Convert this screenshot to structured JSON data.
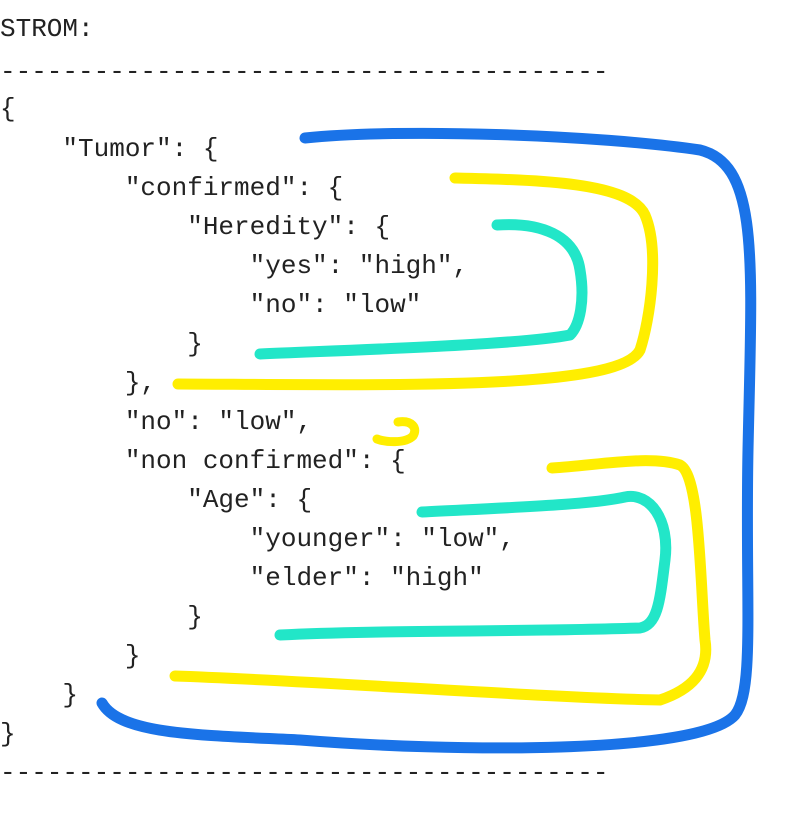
{
  "header": "STROM:",
  "separator": "---------------------------------------",
  "code_lines": [
    "{",
    "    \"Tumor\": {",
    "        \"confirmed\": {",
    "            \"Heredity\": {",
    "                \"yes\": \"high\",",
    "                \"no\": \"low\"",
    "            }",
    "        },",
    "        \"no\": \"low\",",
    "        \"non confirmed\": {",
    "            \"Age\": {",
    "                \"younger\": \"low\",",
    "                \"elder\": \"high\"",
    "            }",
    "        }",
    "    }",
    "}"
  ],
  "bottom_separator": "---------------------------------------",
  "annotation_colors": {
    "blue": "#1a73e8",
    "yellow": "#ffee00",
    "cyan": "#22e6c8"
  }
}
